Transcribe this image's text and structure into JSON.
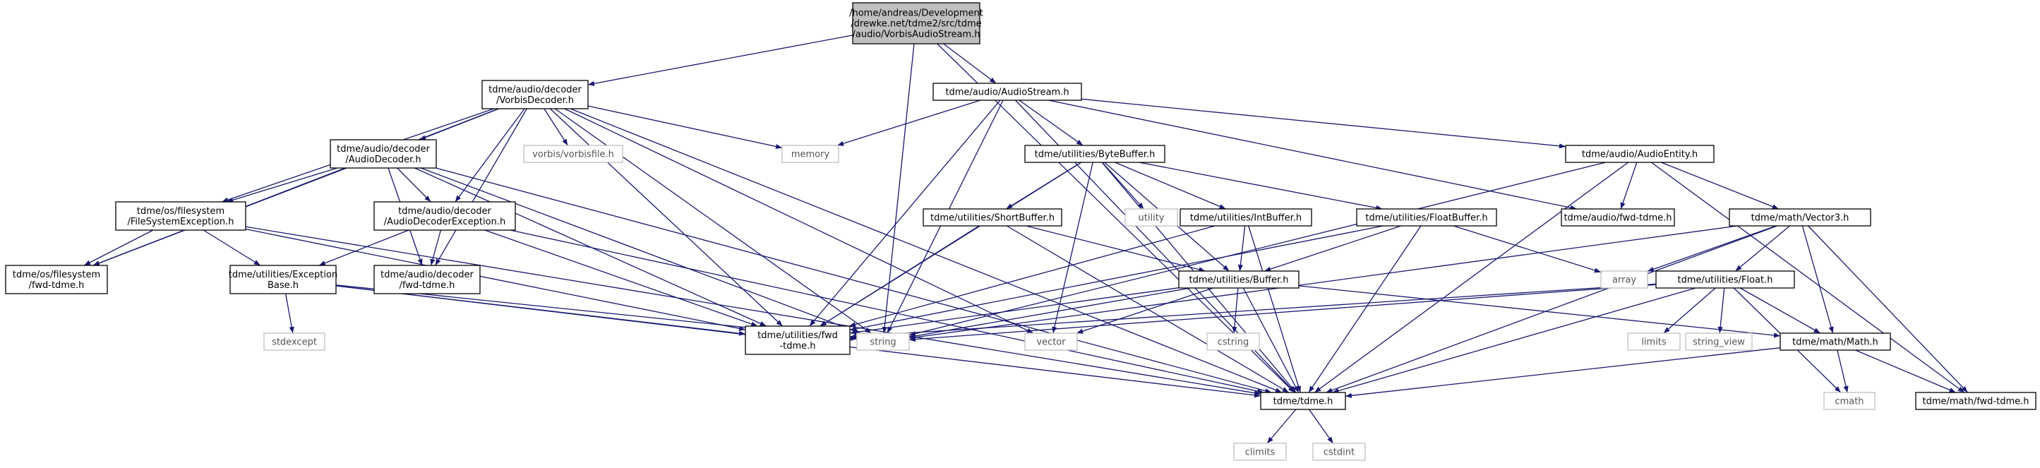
{
  "graph": {
    "nodes": [
      {
        "id": "root",
        "label": [
          "/home/andreas/Development",
          "/drewke.net/tdme2/src/tdme",
          "/audio/VorbisAudioStream.h"
        ],
        "kind": "root"
      },
      {
        "id": "vorbisdecoder",
        "label": [
          "tdme/audio/decoder",
          "/VorbisDecoder.h"
        ],
        "kind": "local"
      },
      {
        "id": "audiostream",
        "label": [
          "tdme/audio/AudioStream.h"
        ],
        "kind": "local"
      },
      {
        "id": "audiodecoder",
        "label": [
          "tdme/audio/decoder",
          "/AudioDecoder.h"
        ],
        "kind": "local"
      },
      {
        "id": "vorbisfile",
        "label": [
          "vorbis/vorbisfile.h"
        ],
        "kind": "system"
      },
      {
        "id": "memory",
        "label": [
          "memory"
        ],
        "kind": "system"
      },
      {
        "id": "bytebuffer",
        "label": [
          "tdme/utilities/ByteBuffer.h"
        ],
        "kind": "local"
      },
      {
        "id": "audioentity",
        "label": [
          "tdme/audio/AudioEntity.h"
        ],
        "kind": "local"
      },
      {
        "id": "fsexception",
        "label": [
          "tdme/os/filesystem",
          "/FileSystemException.h"
        ],
        "kind": "local"
      },
      {
        "id": "adexception",
        "label": [
          "tdme/audio/decoder",
          "/AudioDecoderException.h"
        ],
        "kind": "local"
      },
      {
        "id": "shortbuffer",
        "label": [
          "tdme/utilities/ShortBuffer.h"
        ],
        "kind": "local"
      },
      {
        "id": "utility",
        "label": [
          "utility"
        ],
        "kind": "system"
      },
      {
        "id": "intbuffer",
        "label": [
          "tdme/utilities/IntBuffer.h"
        ],
        "kind": "local"
      },
      {
        "id": "floatbuffer",
        "label": [
          "tdme/utilities/FloatBuffer.h"
        ],
        "kind": "local"
      },
      {
        "id": "audiofwd",
        "label": [
          "tdme/audio/fwd-tdme.h"
        ],
        "kind": "local"
      },
      {
        "id": "vector3",
        "label": [
          "tdme/math/Vector3.h"
        ],
        "kind": "local"
      },
      {
        "id": "fsfwd",
        "label": [
          "tdme/os/filesystem",
          "/fwd-tdme.h"
        ],
        "kind": "local"
      },
      {
        "id": "exceptionbase",
        "label": [
          "tdme/utilities/Exception",
          "Base.h"
        ],
        "kind": "local"
      },
      {
        "id": "decoderfwd",
        "label": [
          "tdme/audio/decoder",
          "/fwd-tdme.h"
        ],
        "kind": "local"
      },
      {
        "id": "buffer",
        "label": [
          "tdme/utilities/Buffer.h"
        ],
        "kind": "local"
      },
      {
        "id": "array",
        "label": [
          "array"
        ],
        "kind": "system"
      },
      {
        "id": "float",
        "label": [
          "tdme/utilities/Float.h"
        ],
        "kind": "local"
      },
      {
        "id": "stdexcept",
        "label": [
          "stdexcept"
        ],
        "kind": "system"
      },
      {
        "id": "utilfwd",
        "label": [
          "tdme/utilities/fwd",
          "-tdme.h"
        ],
        "kind": "local"
      },
      {
        "id": "string",
        "label": [
          "string"
        ],
        "kind": "system"
      },
      {
        "id": "vector",
        "label": [
          "vector"
        ],
        "kind": "system"
      },
      {
        "id": "cstring",
        "label": [
          "cstring"
        ],
        "kind": "system"
      },
      {
        "id": "limits",
        "label": [
          "limits"
        ],
        "kind": "system"
      },
      {
        "id": "string_view",
        "label": [
          "string_view"
        ],
        "kind": "system"
      },
      {
        "id": "math",
        "label": [
          "tdme/math/Math.h"
        ],
        "kind": "local"
      },
      {
        "id": "tdmeh",
        "label": [
          "tdme/tdme.h"
        ],
        "kind": "local"
      },
      {
        "id": "cmath",
        "label": [
          "cmath"
        ],
        "kind": "system"
      },
      {
        "id": "mathfwd",
        "label": [
          "tdme/math/fwd-tdme.h"
        ],
        "kind": "local"
      },
      {
        "id": "climits",
        "label": [
          "climits"
        ],
        "kind": "system"
      },
      {
        "id": "cstdint",
        "label": [
          "cstdint"
        ],
        "kind": "system"
      }
    ],
    "edges": [
      [
        "root",
        "vorbisdecoder"
      ],
      [
        "root",
        "audiostream"
      ],
      [
        "root",
        "string"
      ],
      [
        "root",
        "tdmeh"
      ],
      [
        "vorbisdecoder",
        "audiodecoder"
      ],
      [
        "vorbisdecoder",
        "vorbisfile"
      ],
      [
        "vorbisdecoder",
        "memory"
      ],
      [
        "vorbisdecoder",
        "fsexception"
      ],
      [
        "vorbisdecoder",
        "adexception"
      ],
      [
        "vorbisdecoder",
        "fsfwd"
      ],
      [
        "vorbisdecoder",
        "decoderfwd"
      ],
      [
        "vorbisdecoder",
        "utilfwd"
      ],
      [
        "vorbisdecoder",
        "string"
      ],
      [
        "vorbisdecoder",
        "vector"
      ],
      [
        "vorbisdecoder",
        "tdmeh"
      ],
      [
        "audiostream",
        "memory"
      ],
      [
        "audiostream",
        "bytebuffer"
      ],
      [
        "audiostream",
        "audioentity"
      ],
      [
        "audiostream",
        "audiofwd"
      ],
      [
        "audiostream",
        "string"
      ],
      [
        "audiostream",
        "tdmeh"
      ],
      [
        "audiostream",
        "utilfwd"
      ],
      [
        "audiodecoder",
        "fsexception"
      ],
      [
        "audiodecoder",
        "adexception"
      ],
      [
        "audiodecoder",
        "fsfwd"
      ],
      [
        "audiodecoder",
        "decoderfwd"
      ],
      [
        "audiodecoder",
        "utilfwd"
      ],
      [
        "audiodecoder",
        "string"
      ],
      [
        "audiodecoder",
        "tdmeh"
      ],
      [
        "bytebuffer",
        "shortbuffer"
      ],
      [
        "bytebuffer",
        "utility"
      ],
      [
        "bytebuffer",
        "intbuffer"
      ],
      [
        "bytebuffer",
        "floatbuffer"
      ],
      [
        "bytebuffer",
        "buffer"
      ],
      [
        "bytebuffer",
        "utilfwd"
      ],
      [
        "bytebuffer",
        "vector"
      ],
      [
        "bytebuffer",
        "tdmeh"
      ],
      [
        "audioentity",
        "audiofwd"
      ],
      [
        "audioentity",
        "vector3"
      ],
      [
        "audioentity",
        "string"
      ],
      [
        "audioentity",
        "tdmeh"
      ],
      [
        "audioentity",
        "mathfwd"
      ],
      [
        "fsexception",
        "fsfwd"
      ],
      [
        "fsexception",
        "exceptionbase"
      ],
      [
        "fsexception",
        "utilfwd"
      ],
      [
        "fsexception",
        "tdmeh"
      ],
      [
        "adexception",
        "exceptionbase"
      ],
      [
        "adexception",
        "decoderfwd"
      ],
      [
        "adexception",
        "utilfwd"
      ],
      [
        "adexception",
        "tdmeh"
      ],
      [
        "shortbuffer",
        "buffer"
      ],
      [
        "shortbuffer",
        "utilfwd"
      ],
      [
        "shortbuffer",
        "tdmeh"
      ],
      [
        "intbuffer",
        "buffer"
      ],
      [
        "intbuffer",
        "utilfwd"
      ],
      [
        "intbuffer",
        "tdmeh"
      ],
      [
        "floatbuffer",
        "buffer"
      ],
      [
        "floatbuffer",
        "array"
      ],
      [
        "floatbuffer",
        "utilfwd"
      ],
      [
        "floatbuffer",
        "tdmeh"
      ],
      [
        "vector3",
        "array"
      ],
      [
        "vector3",
        "float"
      ],
      [
        "vector3",
        "math"
      ],
      [
        "vector3",
        "mathfwd"
      ],
      [
        "vector3",
        "tdmeh"
      ],
      [
        "vector3",
        "string"
      ],
      [
        "exceptionbase",
        "stdexcept"
      ],
      [
        "exceptionbase",
        "string"
      ],
      [
        "exceptionbase",
        "utilfwd"
      ],
      [
        "exceptionbase",
        "tdmeh"
      ],
      [
        "buffer",
        "cstring"
      ],
      [
        "buffer",
        "vector"
      ],
      [
        "buffer",
        "string"
      ],
      [
        "buffer",
        "utilfwd"
      ],
      [
        "buffer",
        "tdmeh"
      ],
      [
        "buffer",
        "math"
      ],
      [
        "float",
        "limits"
      ],
      [
        "float",
        "string_view"
      ],
      [
        "float",
        "math"
      ],
      [
        "float",
        "cmath"
      ],
      [
        "float",
        "string"
      ],
      [
        "float",
        "utilfwd"
      ],
      [
        "float",
        "tdmeh"
      ],
      [
        "math",
        "cmath"
      ],
      [
        "math",
        "mathfwd"
      ],
      [
        "math",
        "tdmeh"
      ],
      [
        "tdmeh",
        "climits"
      ],
      [
        "tdmeh",
        "cstdint"
      ]
    ]
  }
}
